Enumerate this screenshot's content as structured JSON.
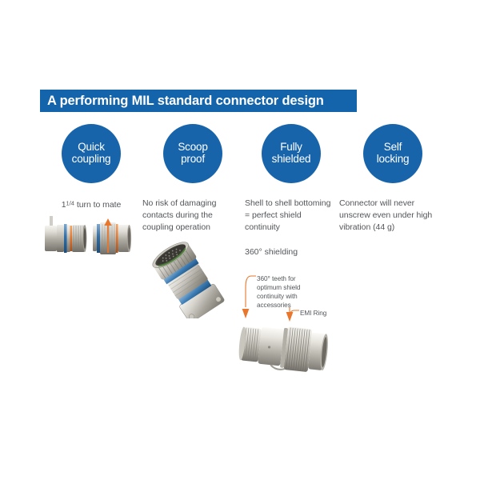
{
  "slide": {
    "background_color": "#ffffff",
    "accent_blue": "#1464ac",
    "badge_blue": "#1864ab",
    "accent_orange": "#e8762c",
    "body_text_color": "#53565a"
  },
  "header": {
    "title": "A performing MIL standard connector design"
  },
  "columns": [
    {
      "badge": {
        "line1": "Quick",
        "line2": "coupling"
      },
      "body_prefix": "1",
      "body_fraction": "1/4",
      "body_suffix": " turn to mate",
      "image_name": "quick-coupling-connector-pair"
    },
    {
      "badge": {
        "line1": "Scoop",
        "line2": "proof"
      },
      "body": "No risk of damaging contacts during the coupling operation",
      "image_name": "scoop-proof-square-flange-connector"
    },
    {
      "badge": {
        "line1": "Fully",
        "line2": "shielded"
      },
      "body": "Shell to shell bottoming = perfect shield continuity",
      "sub_note": "360° shielding",
      "image_name": "fully-shielded-connector"
    },
    {
      "badge": {
        "line1": "Self",
        "line2": "locking"
      },
      "body": "Connector will never unscrew even under high vibration (44 g)",
      "image_name": null
    }
  ],
  "callouts": [
    {
      "id": "teeth",
      "text": "360° teeth for optimum shield continuity with accessories"
    },
    {
      "id": "emi-ring",
      "text": "EMI Ring"
    }
  ]
}
